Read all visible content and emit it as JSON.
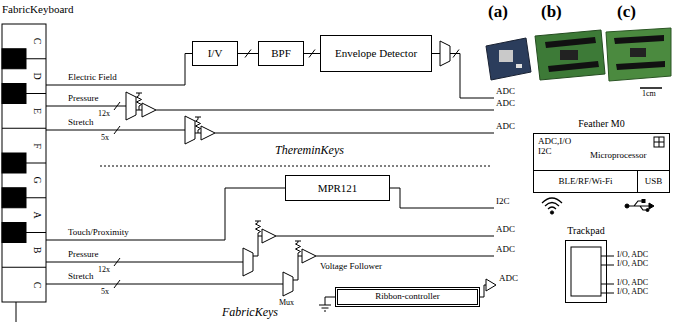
{
  "diagram": {
    "nodes": [
      {
        "text": [
          "I/V"
        ]
      },
      {
        "text": [
          "BPF"
        ]
      },
      {
        "text": [
          "Envelope Detector"
        ]
      },
      {
        "text": [
          "MPR121"
        ]
      },
      {
        "text": [
          "Ribbon-controller"
        ]
      },
      {
        "text": [
          "Feather M0",
          "ADC,I/O I2C",
          "Microprocessor"
        ]
      },
      {
        "text": [
          "BLE/RF/Wi-Fi"
        ],
        "in": 5
      },
      {
        "text": [
          "USB"
        ],
        "in": 5
      },
      {
        "text": [
          "Trackpad"
        ]
      }
    ],
    "edges": [
      {
        "from": 0,
        "to": 1,
        "arrow": "none"
      },
      {
        "from": 1,
        "to": 2,
        "arrow": "none"
      }
    ],
    "labels": [
      "FabricKeyboard",
      "C",
      "D",
      "E",
      "F",
      "G",
      "A",
      "B",
      "C",
      "(a)",
      "(b)",
      "(c)",
      "1cm",
      "Electric Field",
      "Pressure",
      "12x",
      "Stretch",
      "5x",
      "ADC",
      "ADC",
      "ADC",
      "ThereminKeys",
      "Touch/Proximity",
      "Pressure",
      "12x",
      "Stretch",
      "5x",
      "I2C",
      "ADC",
      "ADC",
      "Voltage Follower",
      "Mux",
      "ADC",
      "FabricKeys",
      "I/O, ADC",
      "I/O, ADC",
      "I/O, ADC",
      "I/O, ADC"
    ]
  }
}
